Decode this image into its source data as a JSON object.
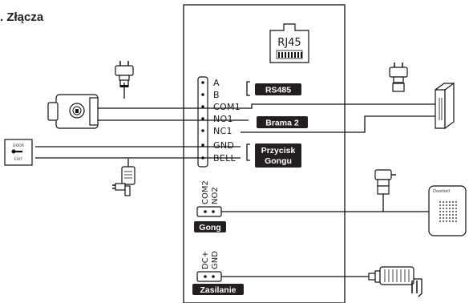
{
  "title": ". Złącza",
  "module": {
    "jack_label": "RJ45"
  },
  "terminals": [
    "A",
    "B",
    "COM1",
    "NO1",
    "NC1",
    "GND",
    "BELL"
  ],
  "tags": {
    "rs485": "RS485",
    "gate": "Brama 2",
    "button": [
      "Przycisk",
      "Gongu"
    ],
    "gong": "Gong",
    "power": "Zasilanie"
  },
  "gong_connector": [
    "COM2",
    "NO2"
  ],
  "power_connector": [
    "DC+",
    "GND"
  ],
  "exit_button": {
    "top": "DOOR",
    "bottom": "EXIT"
  },
  "doorbell_label": "Doorbell"
}
